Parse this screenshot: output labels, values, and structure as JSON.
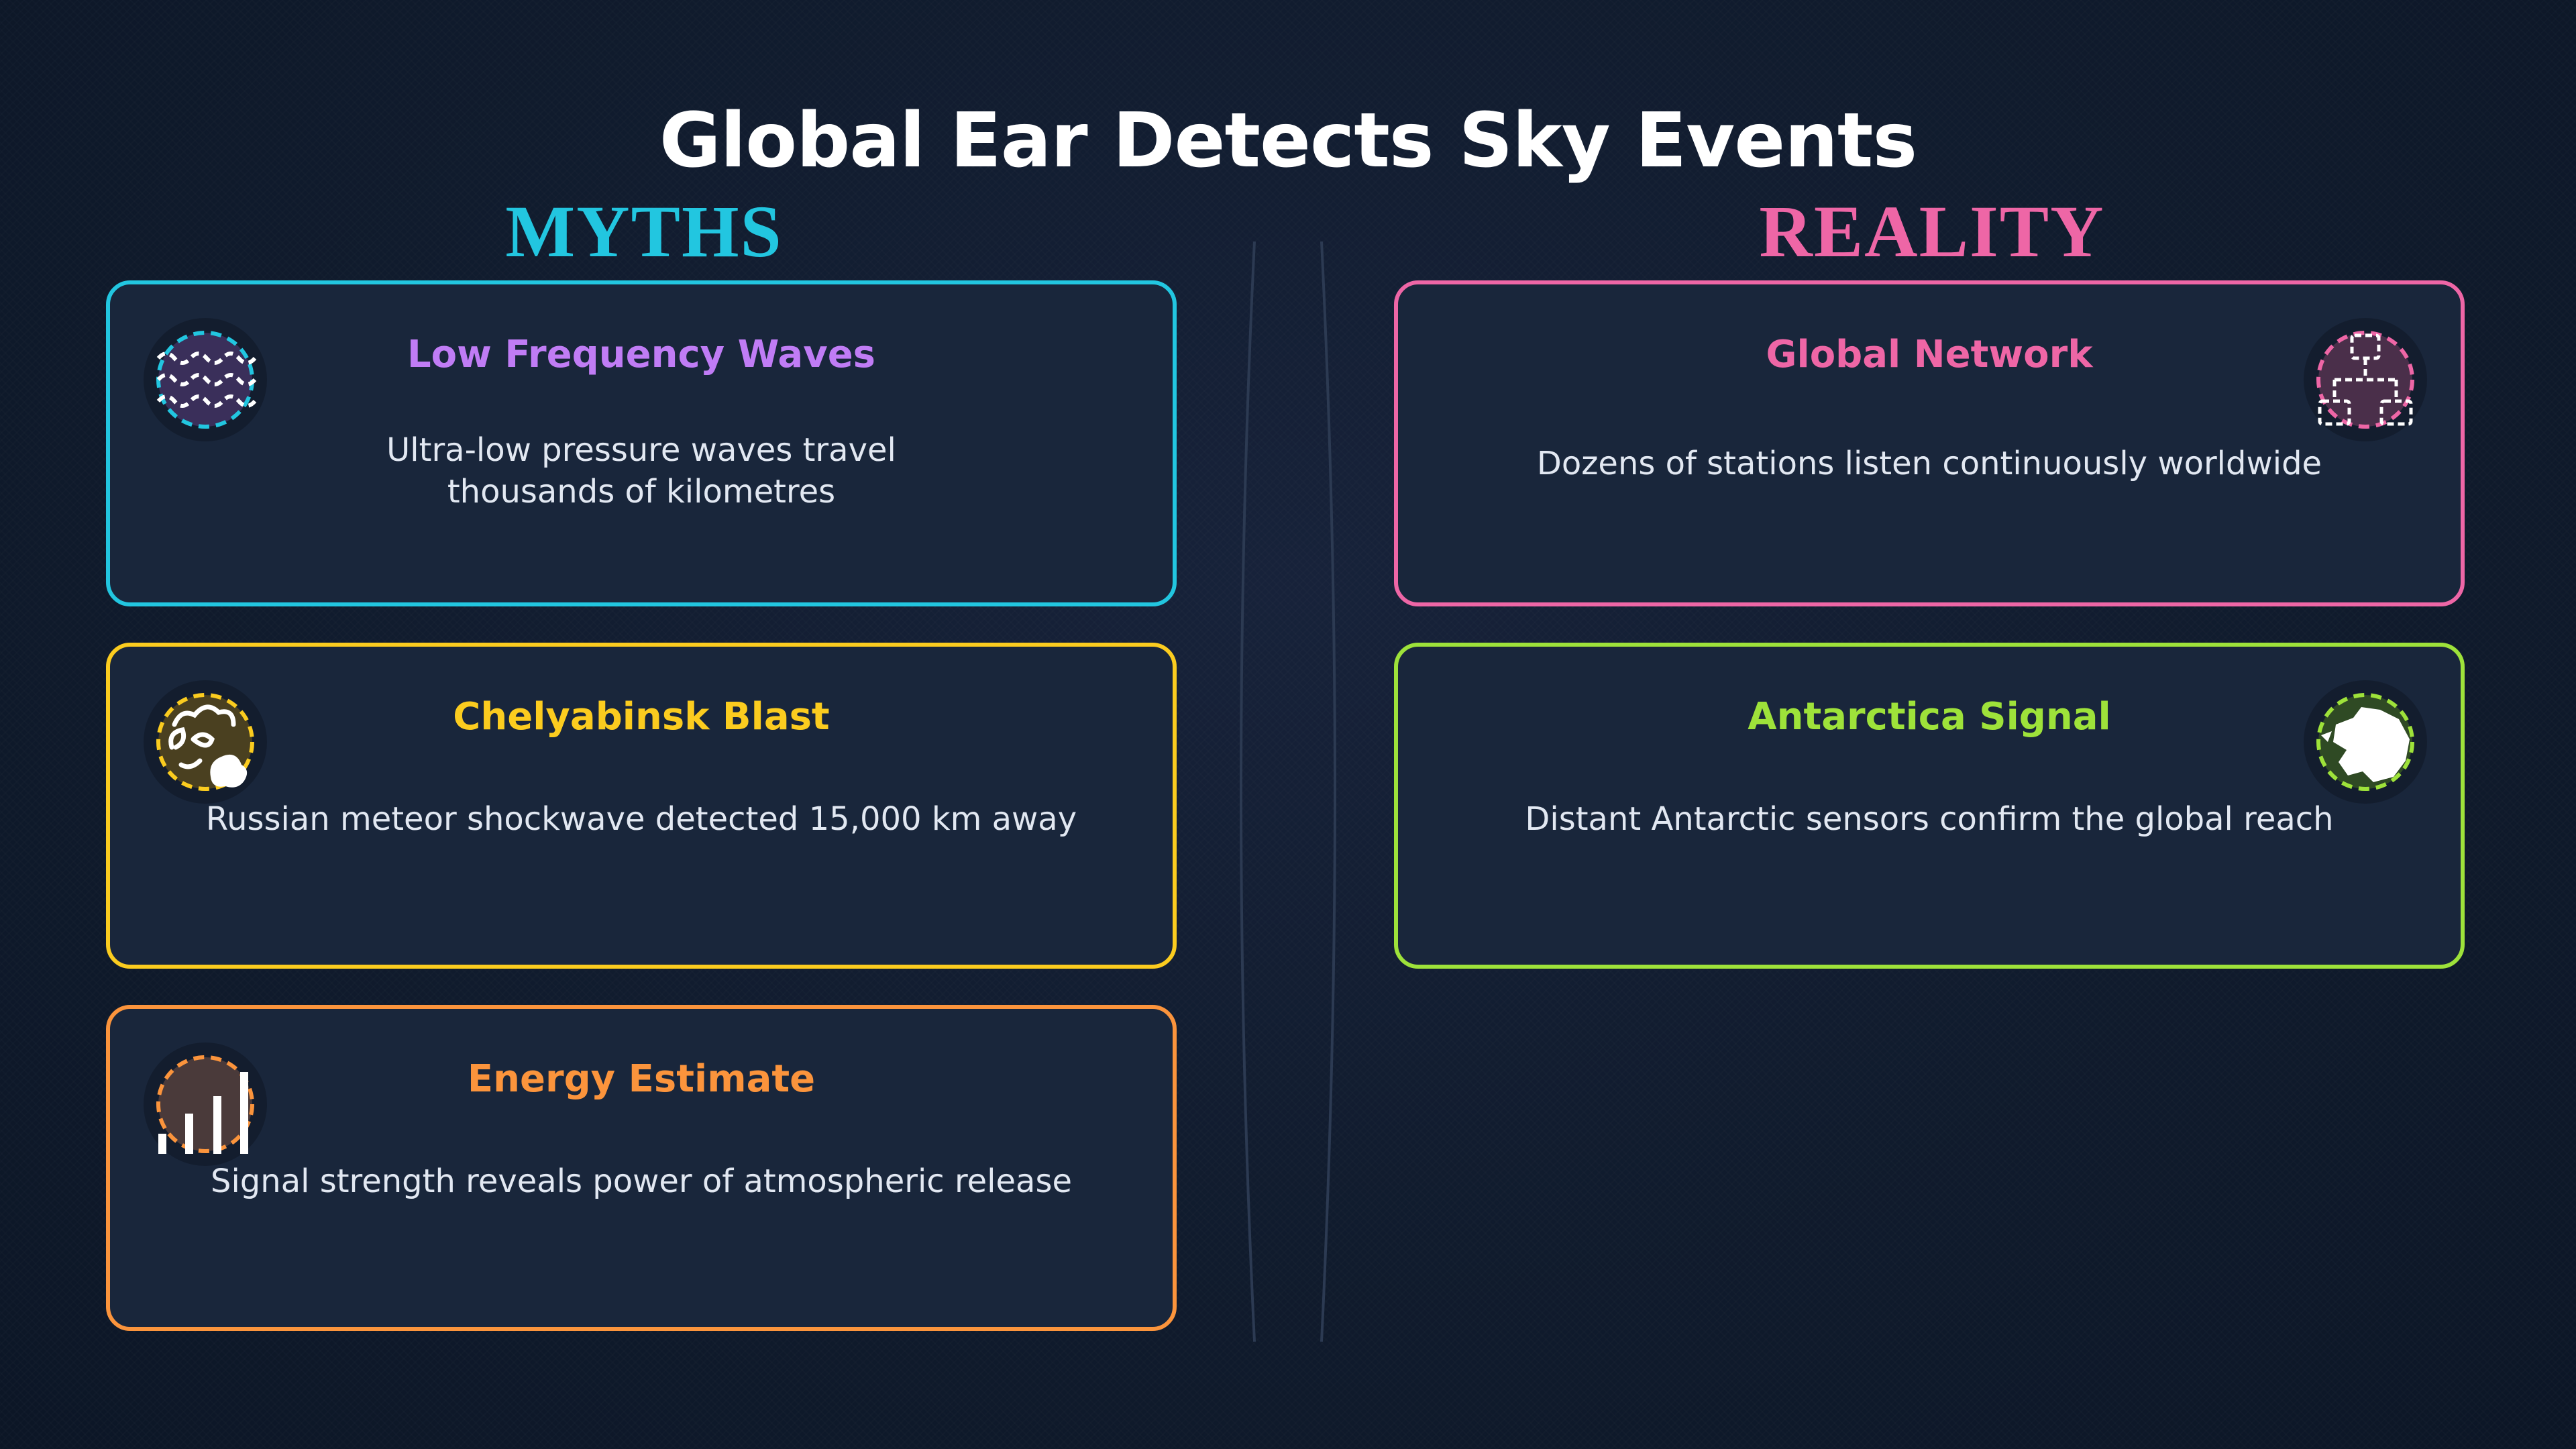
{
  "title": "Global Ear Detects Sky Events",
  "columns": {
    "myths": {
      "heading": "MYTHS",
      "color": "#22c6e0"
    },
    "reality": {
      "heading": "REALITY",
      "color": "#ee66a6"
    }
  },
  "myths": [
    {
      "title": "Low Frequency Waves",
      "body": "Ultra-low pressure waves travel thousands of kilometres",
      "accent": "#c07cf5",
      "border": "#22c6e0",
      "icon": "waves-icon"
    },
    {
      "title": "Chelyabinsk Blast",
      "body": "Russian meteor shockwave detected 15,000 km away",
      "accent": "#fbcc1f",
      "border": "#fbcc1f",
      "icon": "explosion-icon"
    },
    {
      "title": "Energy Estimate",
      "body": "Signal strength reveals power of atmospheric release",
      "accent": "#fb943c",
      "border": "#fb943c",
      "icon": "bar-chart-icon"
    }
  ],
  "reality": [
    {
      "title": "Global Network",
      "body": "Dozens of stations listen continuously worldwide",
      "accent": "#ee66a6",
      "border": "#ee66a6",
      "icon": "network-icon"
    },
    {
      "title": "Antarctica Signal",
      "body": "Distant Antarctic sensors confirm the global reach",
      "accent": "#9ee23a",
      "border": "#9ee23a",
      "icon": "antarctica-icon"
    }
  ]
}
